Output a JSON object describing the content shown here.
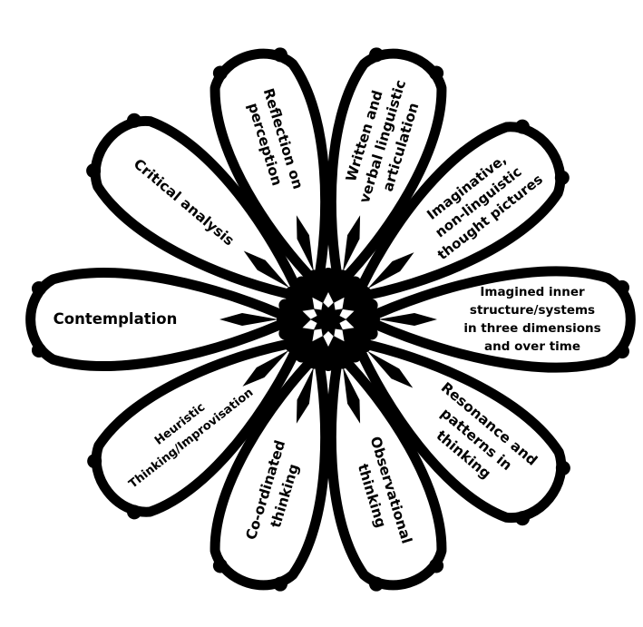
{
  "diagram": {
    "petals": [
      {
        "id": "reflection",
        "lines": [
          "Reflection on",
          "perception"
        ]
      },
      {
        "id": "written",
        "lines": [
          "Written and",
          "verbal linguistic",
          "articulation"
        ]
      },
      {
        "id": "imaginative",
        "lines": [
          "Imaginative,",
          "non-linguistic",
          "thought pictures"
        ]
      },
      {
        "id": "imagined-structure",
        "lines": [
          "Imagined inner",
          "structure/systems",
          "in three dimensions",
          "and over time"
        ]
      },
      {
        "id": "resonance",
        "lines": [
          "Resonance and",
          "patterns in",
          "thinking"
        ]
      },
      {
        "id": "observational",
        "lines": [
          "Observational",
          "thinking"
        ]
      },
      {
        "id": "coordinated",
        "lines": [
          "Co-ordinated",
          "thinking"
        ]
      },
      {
        "id": "heuristic",
        "lines": [
          "Heuristic",
          "Thinking/Improvisation"
        ]
      },
      {
        "id": "contemplation",
        "lines": [
          "Contemplation"
        ]
      },
      {
        "id": "critical",
        "lines": [
          "Critical analysis"
        ]
      }
    ],
    "colors": {
      "ink": "#000000",
      "paper": "#ffffff"
    }
  }
}
